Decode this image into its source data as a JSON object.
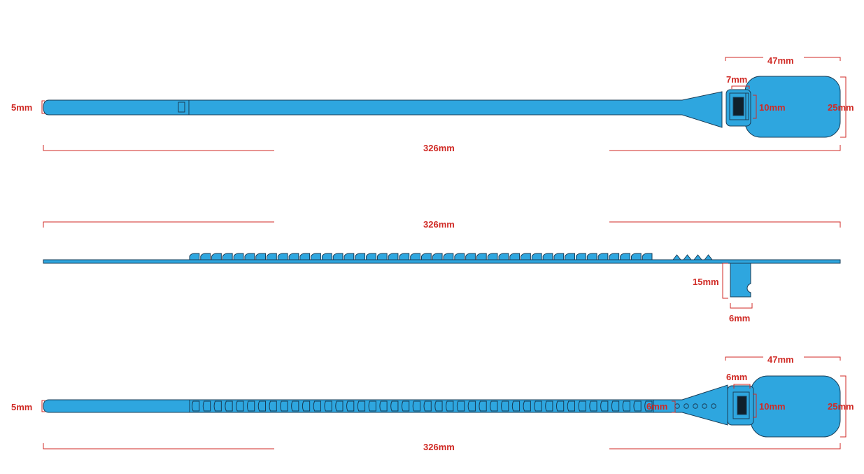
{
  "colors": {
    "part_fill": "#2ea6df",
    "part_stroke": "#1a3d57",
    "dimension": "#d02a25"
  },
  "top_view": {
    "strap_width_label": "5mm",
    "head_width_label": "47mm",
    "lock_width_label": "7mm",
    "lock_height_label": "10mm",
    "head_height_label": "25mm",
    "overall_length_label": "326mm"
  },
  "side_view": {
    "overall_length_label": "326mm",
    "tab_height_label": "15mm",
    "tab_width_label": "6mm",
    "teeth_count": 42,
    "small_teeth_count": 4
  },
  "bottom_view": {
    "strap_width_label": "5mm",
    "head_width_label": "47mm",
    "lock_width_label": "6mm",
    "neck_width_label": "6mm",
    "lock_height_label": "10mm",
    "head_height_label": "25mm",
    "overall_length_label": "326mm",
    "ratchet_count": 42,
    "hole_count": 5
  }
}
